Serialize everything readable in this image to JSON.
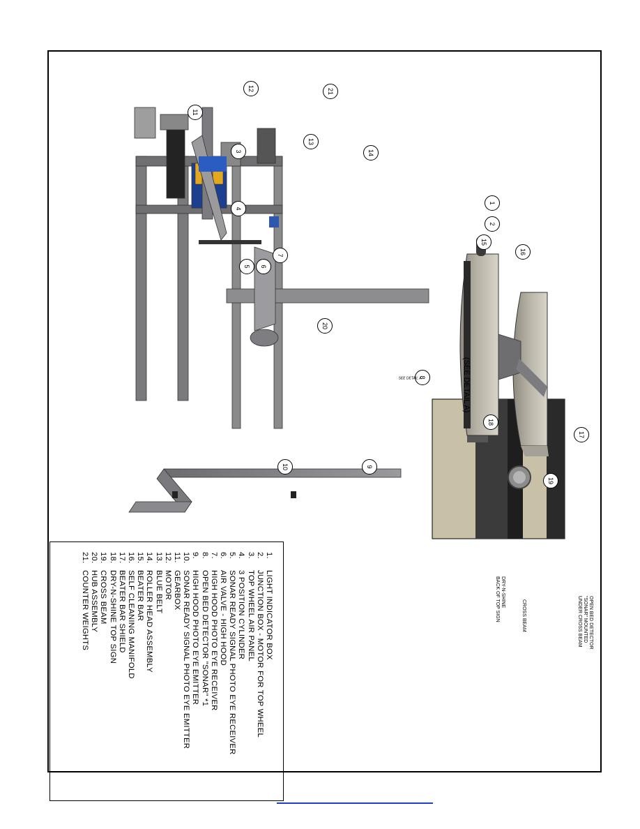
{
  "legend": {
    "items": [
      {
        "num": "1.",
        "label": "LIGHT INDICATOR BOX"
      },
      {
        "num": "2.",
        "label": "JUNCTION BOX - MOTOR FOR TOP WHEEL"
      },
      {
        "num": "3.",
        "label": "TOP WHEEL AIR PANEL"
      },
      {
        "num": "4.",
        "label": "3 POSITION CYLINDER"
      },
      {
        "num": "5.",
        "label": "SONAR READY SIGNAL PHOTO EYE RECEIVER"
      },
      {
        "num": "6.",
        "label": "AIR VALVE - HIGH HOOD"
      },
      {
        "num": "7.",
        "label": "HIGH HOOD PHOTO EYE RECEIVER"
      },
      {
        "num": "8.",
        "label": "OPEN BED DETECTOR \"SONAR\" *1"
      },
      {
        "num": "9.",
        "label": "HIGH HOOD PHOTO EYE EMITTER"
      },
      {
        "num": "10.",
        "label": "SONAR READY SIGNAL PHOTO EYE EMITTER"
      },
      {
        "num": "11.",
        "label": "GEARBOX"
      },
      {
        "num": "12.",
        "label": "MOTOR"
      },
      {
        "num": "13.",
        "label": "BLUE BELT"
      },
      {
        "num": "14.",
        "label": "ROLLER HEAD ASSEMBLY"
      },
      {
        "num": "15.",
        "label": "BEATER BAR"
      },
      {
        "num": "16.",
        "label": "SELF CLEANING MANIFOLD"
      },
      {
        "num": "17.",
        "label": "BEATER BAR SHIELD"
      },
      {
        "num": "18.",
        "label": "DRY-N-SHINE TOP SIGN"
      },
      {
        "num": "19.",
        "label": "CROSS BEAM"
      },
      {
        "num": "20.",
        "label": "HUB ASSEMBLY"
      },
      {
        "num": "21.",
        "label": "COUNTER WEIGHTS"
      }
    ]
  },
  "detail": {
    "heading": "(SEE DETAIL A)",
    "note_sign_1": "DRY-N-SHINE",
    "note_sign_2": "BACK OF TOP SIGN",
    "note_beam": "CROSS BEAM",
    "note_sonar_1": "OPEN BED DETECTOR",
    "note_sonar_2": "\"SONAR\" MOUNTED",
    "note_sonar_3": "UNDER CROSS BEAM"
  },
  "callouts": {
    "c1": "1",
    "c2": "2",
    "c3": "3",
    "c4": "4",
    "c5": "5",
    "c6": "6",
    "c7": "7",
    "c8": "8",
    "c9": "9",
    "c10": "10",
    "c11": "11",
    "c12": "12",
    "c13": "13",
    "c14": "14",
    "c15": "15",
    "c16": "16",
    "c17": "17",
    "c18": "18",
    "c19": "19",
    "c20": "20",
    "c21": "21",
    "see_detail_small": "SEE DETAIL A"
  }
}
